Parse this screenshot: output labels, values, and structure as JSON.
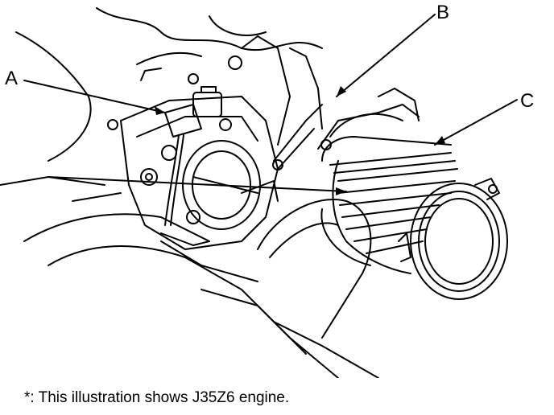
{
  "callouts": {
    "a": "A",
    "b": "B",
    "c": "C"
  },
  "caption": "*: This illustration shows J35Z6 engine."
}
